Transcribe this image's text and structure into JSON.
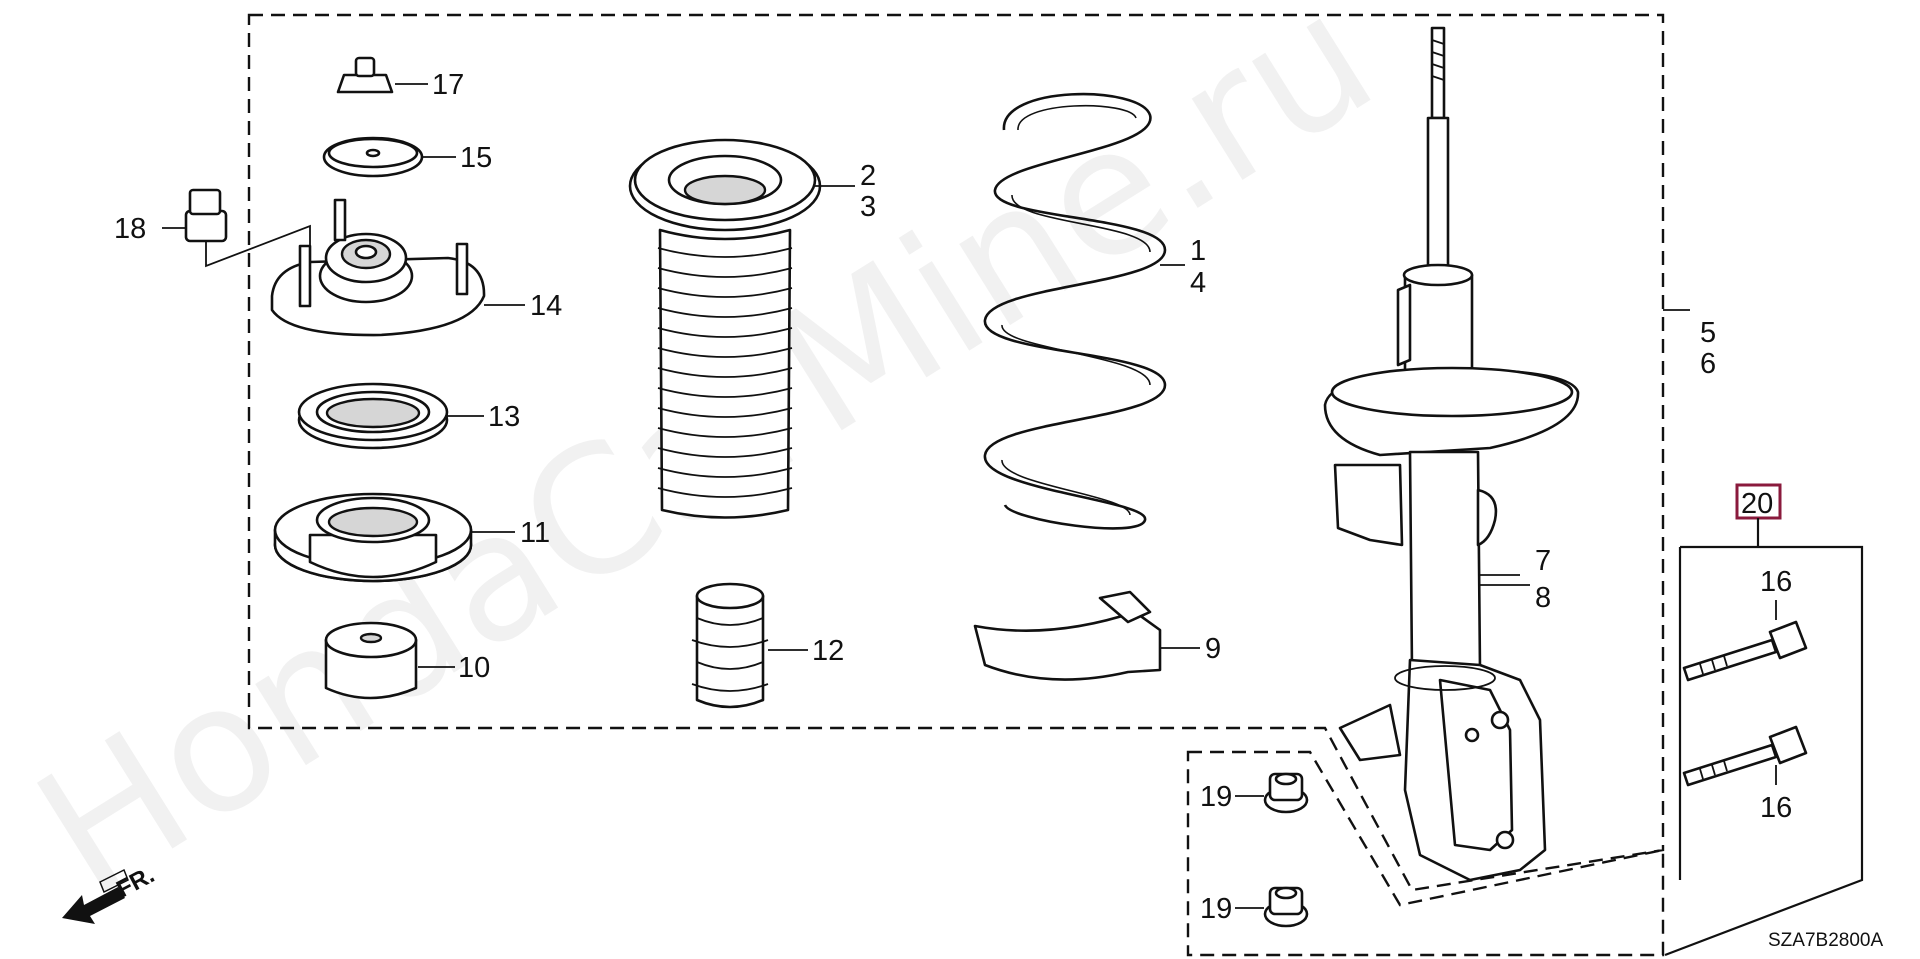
{
  "watermark": "HondaCarMine.ru",
  "diagram_code": "SZA7B2800A",
  "front_indicator": "FR.",
  "boxed_part": "20",
  "callouts": {
    "c17": "17",
    "c15": "15",
    "c18": "18",
    "c14": "14",
    "c13": "13",
    "c11": "11",
    "c10": "10",
    "c2": "2",
    "c3": "3",
    "c12": "12",
    "c1": "1",
    "c4": "4",
    "c9": "9",
    "c5": "5",
    "c6": "6",
    "c7": "7",
    "c8": "8",
    "c16a": "16",
    "c16b": "16",
    "c19a": "19",
    "c19b": "19"
  }
}
